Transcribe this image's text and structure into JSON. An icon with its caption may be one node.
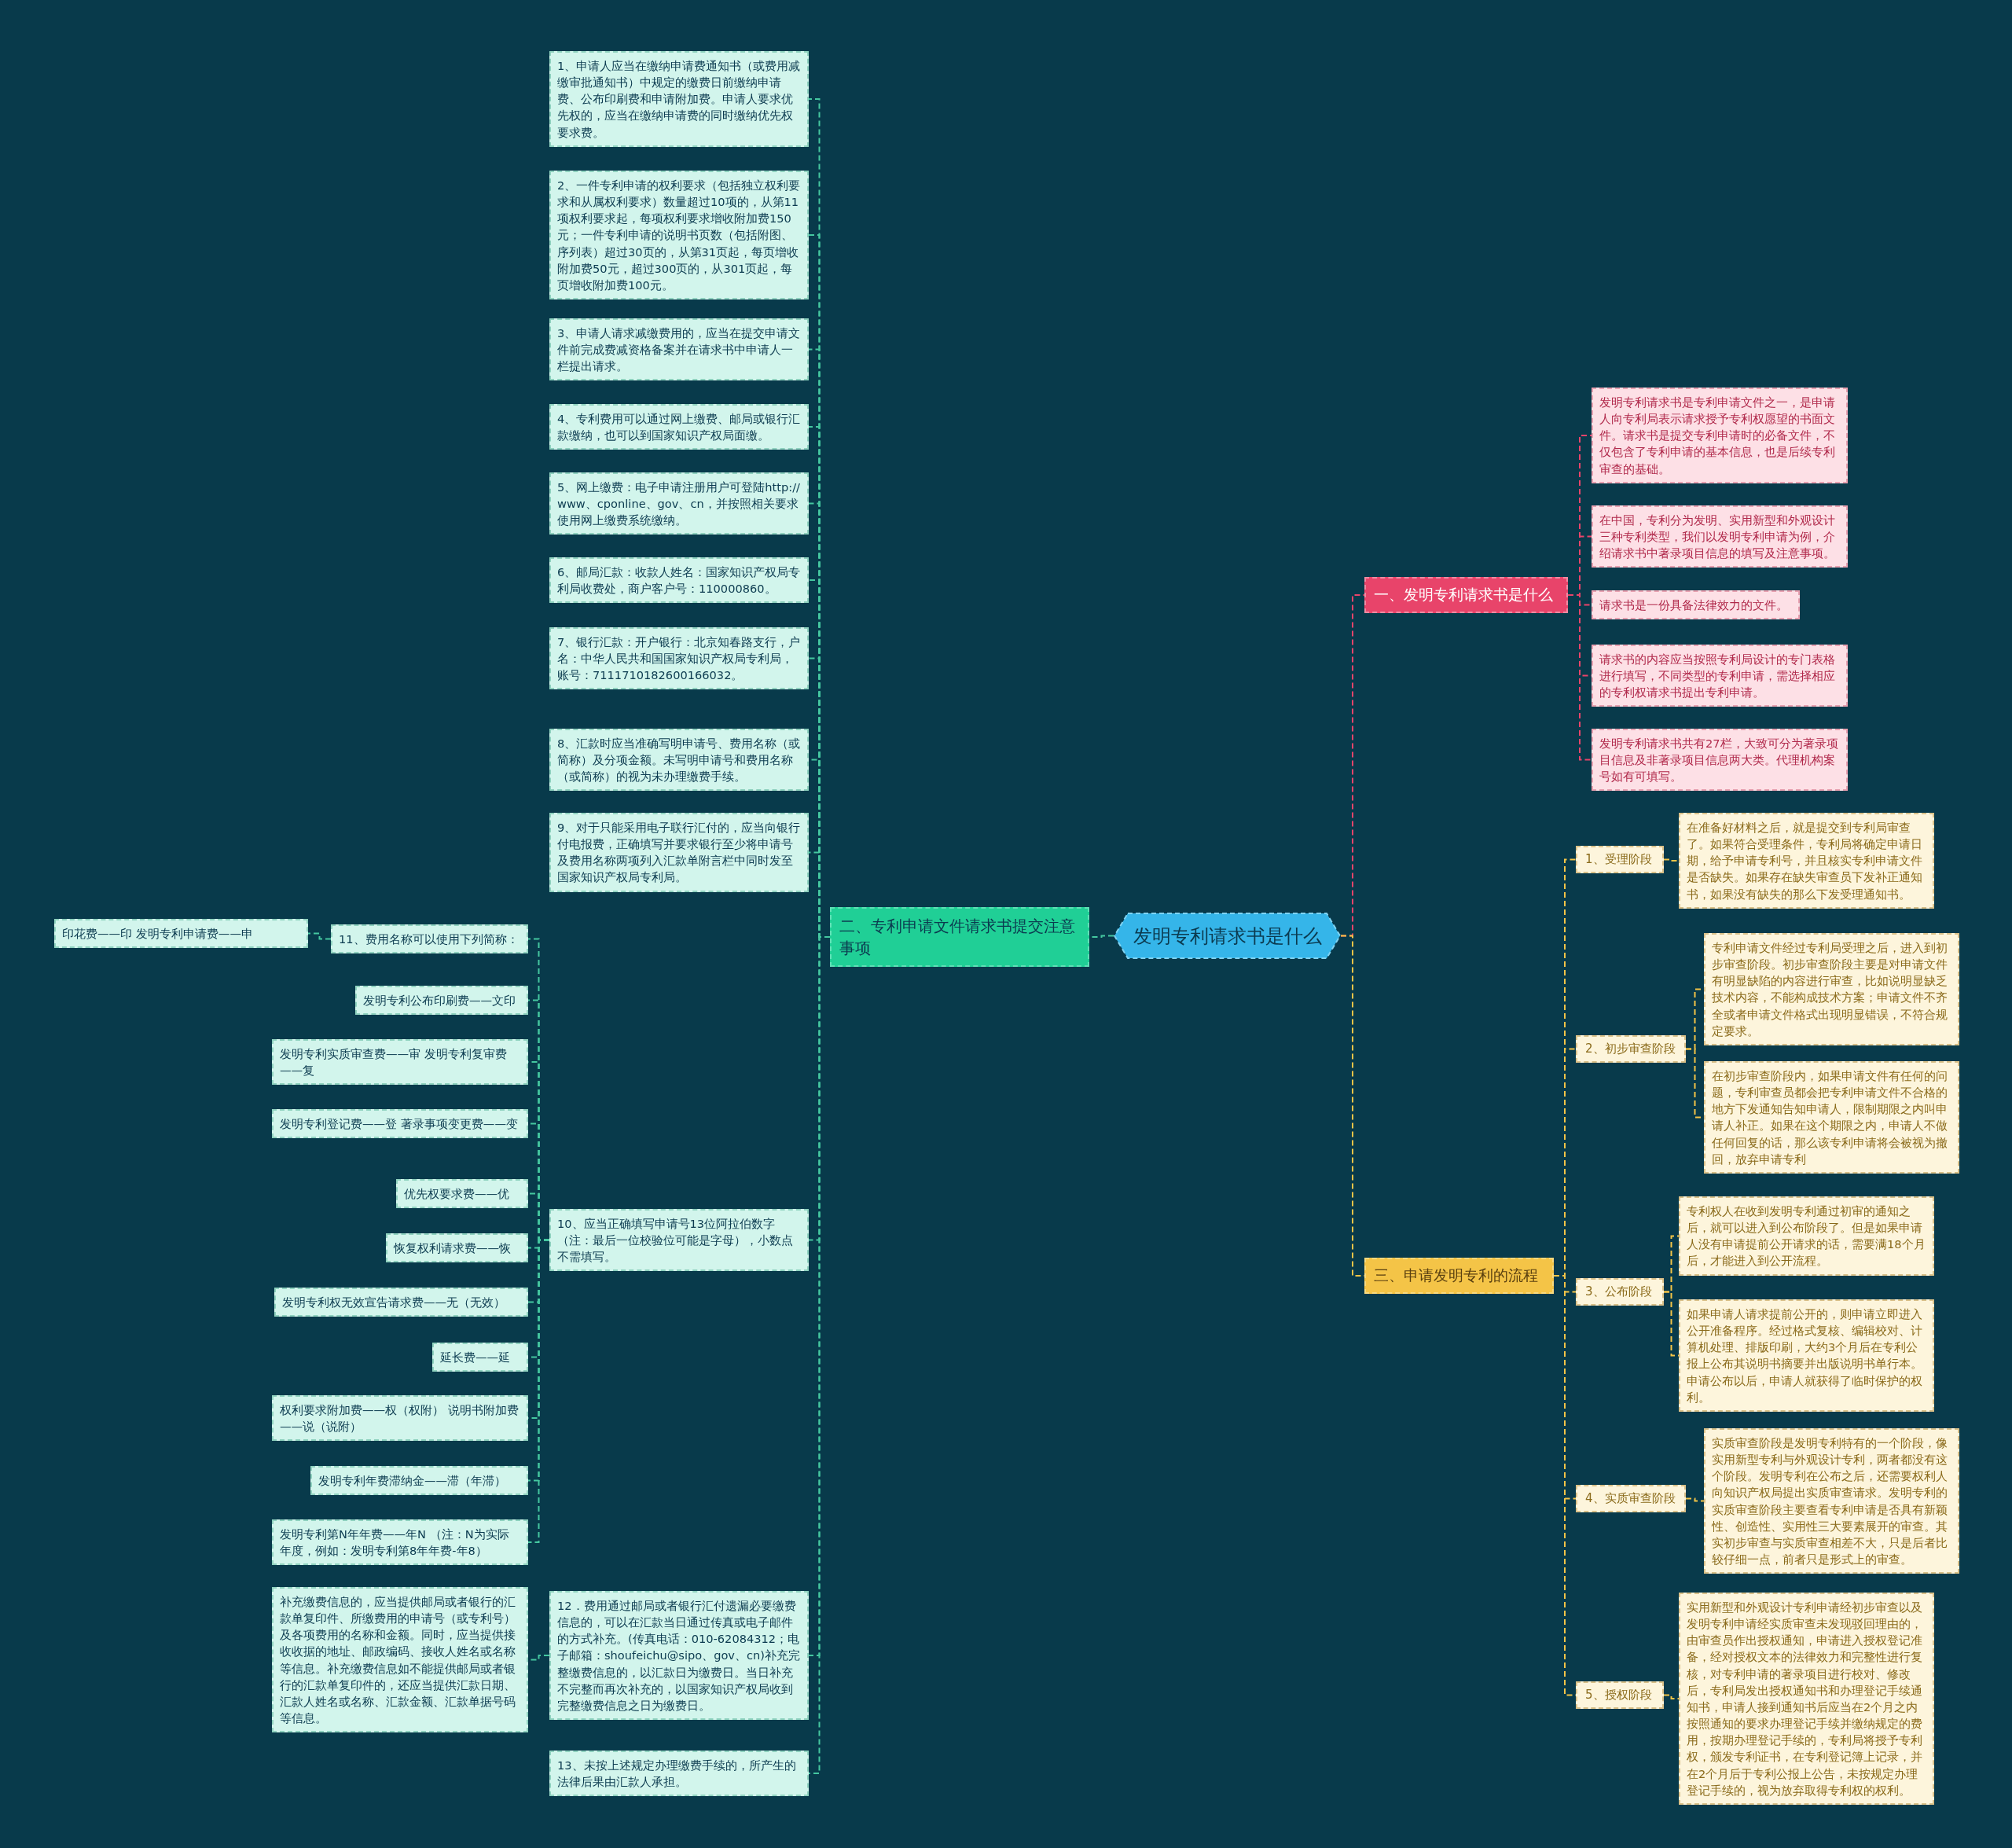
{
  "diagram": {
    "nodes": [
      {
        "text": [
          "发明专利请求书是什么"
        ]
      },
      {
        "text": [
          "一、发明专利请求书是什么"
        ]
      },
      {
        "text": [
          "发明专利请求书是专利申请文件之一，是申请人向专利局表示请求授予专利权愿望的书面文件。请求书是提交专利申请时的必备文件，不仅包含了专利申请的基本信息，也是后续专利审查的基础。"
        ]
      },
      {
        "text": [
          "在中国，专利分为发明、实用新型和外观设计三种专利类型，我们以发明专利申请为例，介绍请求书中著录项目信息的填写及注意事项。"
        ]
      },
      {
        "text": [
          "请求书是一份具备法律效力的文件。"
        ]
      },
      {
        "text": [
          "请求书的内容应当按照专利局设计的专门表格进行填写，不同类型的专利申请，需选择相应的专利权请求书提出专利申请。"
        ]
      },
      {
        "text": [
          "发明专利请求书共有27栏，大致可分为著录项目信息及非著录项目信息两大类。代理机构案号如有可填写。"
        ]
      },
      {
        "text": [
          "二、专利申请文件请求书提交注意事项"
        ]
      },
      {
        "text": [
          "1、申请人应当在缴纳申请费通知书（或费用减缴审批通知书）中规定的缴费日前缴纳申请费、公布印刷费和申请附加费。申请人要求优先权的，应当在缴纳申请费的同时缴纳优先权要求费。"
        ]
      },
      {
        "text": [
          "2、一件专利申请的权利要求（包括独立权利要求和从属权利要求）数量超过10项的，从第11项权利要求起，每项权利要求增收附加费150元；一件专利申请的说明书页数（包括附图、序列表）超过30页的，从第31页起，每页增收附加费50元，超过300页的，从301页起，每页增收附加费100元。"
        ]
      },
      {
        "text": [
          "3、申请人请求减缴费用的，应当在提交申请文件前完成费减资格备案并在请求书中申请人一栏提出请求。"
        ]
      },
      {
        "text": [
          "4、专利费用可以通过网上缴费、邮局或银行汇款缴纳，也可以到国家知识产权局面缴。"
        ]
      },
      {
        "text": [
          "5、网上缴费：电子申请注册用户可登陆http://www、cponline、gov、cn，并按照相关要求使用网上缴费系统缴纳。"
        ]
      },
      {
        "text": [
          "6、邮局汇款：收款人姓名：国家知识产权局专利局收费处，商户客户号：110000860。"
        ]
      },
      {
        "text": [
          "7、银行汇款：开户银行：北京知春路支行，户名：中华人民共和国国家知识产权局专利局，账号：7111710182600166032。"
        ]
      },
      {
        "text": [
          "8、汇款时应当准确写明申请号、费用名称（或简称）及分项金额。未写明申请号和费用名称（或简称）的视为未办理缴费手续。"
        ]
      },
      {
        "text": [
          "9、对于只能采用电子联行汇付的，应当向银行付电报费，正确填写并要求银行至少将申请号及费用名称两项列入汇款单附言栏中同时发至国家知识产权局专利局。"
        ]
      },
      {
        "text": [
          "10、应当正确填写申请号13位阿拉伯数字（注：最后一位校验位可能是字母），小数点不需填写。"
        ]
      },
      {
        "text": [
          "11、费用名称可以使用下列简称："
        ]
      },
      {
        "text": [
          "印花费——印 发明专利申请费——申"
        ]
      },
      {
        "text": [
          "发明专利公布印刷费——文印"
        ]
      },
      {
        "text": [
          "发明专利实质审查费——审 发明专利复审费——复"
        ]
      },
      {
        "text": [
          "发明专利登记费——登 著录事项变更费——变"
        ]
      },
      {
        "text": [
          "优先权要求费——优"
        ]
      },
      {
        "text": [
          "恢复权利请求费——恢"
        ]
      },
      {
        "text": [
          "发明专利权无效宣告请求费——无（无效）"
        ]
      },
      {
        "text": [
          "延长费——延"
        ]
      },
      {
        "text": [
          "权利要求附加费——权（权附） 说明书附加费——说（说附）"
        ]
      },
      {
        "text": [
          "发明专利年费滞纳金——滞（年滞）"
        ]
      },
      {
        "text": [
          "发明专利第N年年费——年N （注：N为实际年度，例如：发明专利第8年年费-年8）"
        ]
      },
      {
        "text": [
          "12．费用通过邮局或者银行汇付遗漏必要缴费信息的，可以在汇款当日通过传真或电子邮件的方式补充。(传真电话：010-62084312；电子邮箱：shoufeichu@sipo、gov、cn)补充完整缴费信息的，以汇款日为缴费日。当日补充不完整而再次补充的，以国家知识产权局收到完整缴费信息之日为缴费日。"
        ]
      },
      {
        "text": [
          "补充缴费信息的，应当提供邮局或者银行的汇款单复印件、所缴费用的申请号（或专利号）及各项费用的名称和金额。同时，应当提供接收收据的地址、邮政编码、接收人姓名或名称等信息。补充缴费信息如不能提供邮局或者银行的汇款单复印件的，还应当提供汇款日期、汇款人姓名或名称、汇款金额、汇款单据号码等信息。"
        ]
      },
      {
        "text": [
          "13、未按上述规定办理缴费手续的，所产生的法律后果由汇款人承担。"
        ]
      },
      {
        "text": [
          "三、申请发明专利的流程"
        ]
      },
      {
        "text": [
          "1、受理阶段"
        ]
      },
      {
        "text": [
          "在准备好材料之后，就是提交到专利局审查了。如果符合受理条件，专利局将确定申请日期，给予申请专利号，并且核实专利申请文件是否缺失。如果存在缺失审查员下发补正通知书，如果没有缺失的那么下发受理通知书。"
        ]
      },
      {
        "text": [
          "2、初步审查阶段"
        ]
      },
      {
        "text": [
          "专利申请文件经过专利局受理之后，进入到初步审查阶段。初步审查阶段主要是对申请文件有明显缺陷的内容进行审查，比如说明显缺乏技术内容，不能构成技术方案；申请文件不齐全或者申请文件格式出现明显错误，不符合规定要求。"
        ]
      },
      {
        "text": [
          "在初步审查阶段内，如果申请文件有任何的问题，专利审查员都会把专利申请文件不合格的地方下发通知告知申请人，限制期限之内叫申请人补正。如果在这个期限之内，申请人不做任何回复的话，那么该专利申请将会被视为撤回，放弃申请专利"
        ]
      },
      {
        "text": [
          "3、公布阶段"
        ]
      },
      {
        "text": [
          "专利权人在收到发明专利通过初审的通知之后，就可以进入到公布阶段了。但是如果申请人没有申请提前公开请求的话，需要满18个月后，才能进入到公开流程。"
        ]
      },
      {
        "text": [
          "如果申请人请求提前公开的，则申请立即进入公开准备程序。经过格式复核、编辑校对、计算机处理、排版印刷，大约3个月后在专利公报上公布其说明书摘要并出版说明书单行本。申请公布以后，申请人就获得了临时保护的权利。"
        ]
      },
      {
        "text": [
          "4、实质审查阶段"
        ]
      },
      {
        "text": [
          "实质审查阶段是发明专利特有的一个阶段，像实用新型专利与外观设计专利，两者都没有这个阶段。发明专利在公布之后，还需要权利人向知识产权局提出实质审查请求。发明专利的实质审查阶段主要查看专利申请是否具有新颖性、创造性、实用性三大要素展开的审查。其实初步审查与实质审查相差不大，只是后者比较仔细一点，前者只是形式上的审查。"
        ]
      },
      {
        "text": [
          "5、授权阶段"
        ]
      },
      {
        "text": [
          "实用新型和外观设计专利申请经初步审查以及发明专利申请经实质审查未发现驳回理由的，由审查员作出授权通知，申请进入授权登记准备，经对授权文本的法律效力和完整性进行复核，对专利申请的著录项目进行校对、修改后，专利局发出授权通知书和办理登记手续通知书，申请人接到通知书后应当在2个月之内按照通知的要求办理登记手续并缴纳规定的费用，按期办理登记手续的，专利局将授予专利权，颁发专利证书，在专利登记簿上记录，并在2个月后于专利公报上公告，未按规定办理登记手续的，视为放弃取得专利权的权利。"
        ]
      }
    ],
    "edges": [
      {
        "from": 0,
        "to": 1,
        "arrow": "none",
        "color": "#e8446a"
      },
      {
        "from": 1,
        "to": 2,
        "arrow": "none",
        "color": "#e8446a"
      },
      {
        "from": 1,
        "to": 3,
        "arrow": "none",
        "color": "#e8446a"
      },
      {
        "from": 1,
        "to": 4,
        "arrow": "none",
        "color": "#e8446a"
      },
      {
        "from": 1,
        "to": 5,
        "arrow": "none",
        "color": "#e8446a"
      },
      {
        "from": 1,
        "to": 6,
        "arrow": "none",
        "color": "#e8446a"
      },
      {
        "from": 0,
        "to": 7,
        "arrow": "none"
      },
      {
        "from": 7,
        "to": 8,
        "arrow": "none"
      },
      {
        "from": 7,
        "to": 9,
        "arrow": "none"
      },
      {
        "from": 7,
        "to": 10,
        "arrow": "none"
      },
      {
        "from": 7,
        "to": 11,
        "arrow": "none"
      },
      {
        "from": 7,
        "to": 12,
        "arrow": "none"
      },
      {
        "from": 7,
        "to": 13,
        "arrow": "none"
      },
      {
        "from": 7,
        "to": 14,
        "arrow": "none"
      },
      {
        "from": 7,
        "to": 15,
        "arrow": "none"
      },
      {
        "from": 7,
        "to": 16,
        "arrow": "none"
      },
      {
        "from": 7,
        "to": 17,
        "arrow": "none"
      },
      {
        "from": 17,
        "to": 18,
        "arrow": "none"
      },
      {
        "from": 18,
        "to": 19,
        "arrow": "none"
      },
      {
        "from": 17,
        "to": 20,
        "arrow": "none"
      },
      {
        "from": 17,
        "to": 21,
        "arrow": "none"
      },
      {
        "from": 17,
        "to": 22,
        "arrow": "none"
      },
      {
        "from": 17,
        "to": 23,
        "arrow": "none"
      },
      {
        "from": 17,
        "to": 24,
        "arrow": "none"
      },
      {
        "from": 17,
        "to": 25,
        "arrow": "none"
      },
      {
        "from": 17,
        "to": 26,
        "arrow": "none"
      },
      {
        "from": 17,
        "to": 27,
        "arrow": "none"
      },
      {
        "from": 17,
        "to": 28,
        "arrow": "none"
      },
      {
        "from": 17,
        "to": 29,
        "arrow": "none"
      },
      {
        "from": 7,
        "to": 30,
        "arrow": "none"
      },
      {
        "from": 30,
        "to": 31,
        "arrow": "none"
      },
      {
        "from": 7,
        "to": 32,
        "arrow": "none"
      },
      {
        "from": 0,
        "to": 33,
        "arrow": "none",
        "color": "#f4c447"
      },
      {
        "from": 33,
        "to": 34,
        "arrow": "none",
        "color": "#f4c447"
      },
      {
        "from": 34,
        "to": 35,
        "arrow": "none",
        "color": "#f4c447"
      },
      {
        "from": 33,
        "to": 36,
        "arrow": "none",
        "color": "#f4c447"
      },
      {
        "from": 36,
        "to": 37,
        "arrow": "none",
        "color": "#f4c447"
      },
      {
        "from": 36,
        "to": 38,
        "arrow": "none",
        "color": "#f4c447"
      },
      {
        "from": 33,
        "to": 39,
        "arrow": "none",
        "color": "#f4c447"
      },
      {
        "from": 39,
        "to": 40,
        "arrow": "none",
        "color": "#f4c447"
      },
      {
        "from": 39,
        "to": 41,
        "arrow": "none",
        "color": "#f4c447"
      },
      {
        "from": 33,
        "to": 42,
        "arrow": "none",
        "color": "#f4c447"
      },
      {
        "from": 42,
        "to": 43,
        "arrow": "none",
        "color": "#f4c447"
      },
      {
        "from": 33,
        "to": 44,
        "arrow": "none",
        "color": "#f4c447"
      },
      {
        "from": 44,
        "to": 45,
        "arrow": "none",
        "color": "#f4c447"
      }
    ]
  }
}
